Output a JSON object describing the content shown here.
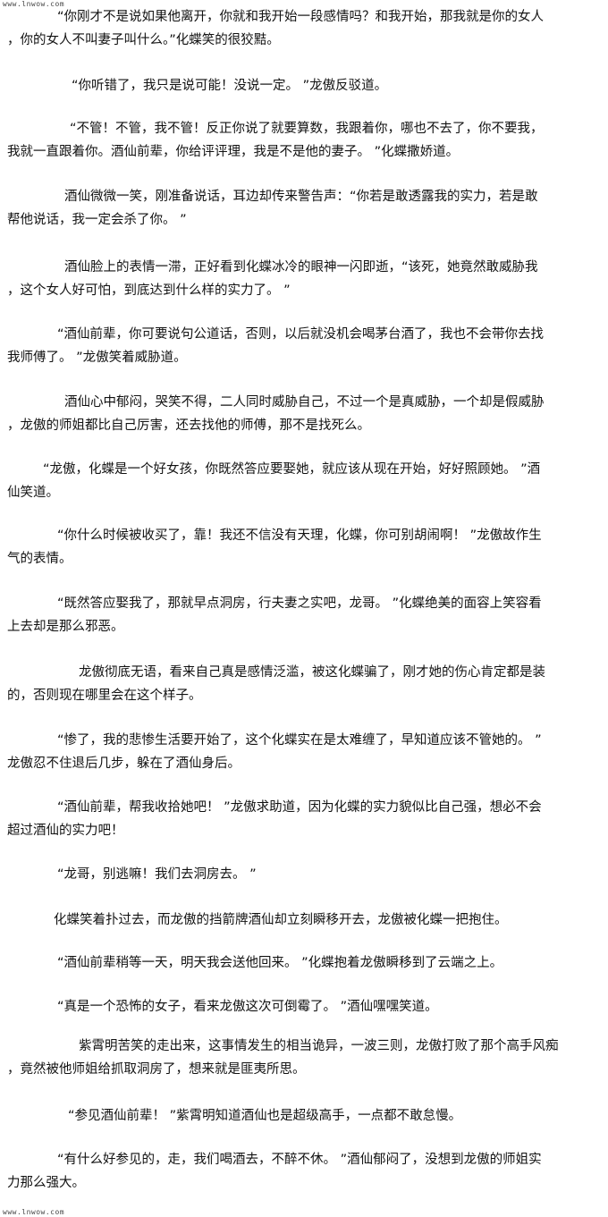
{
  "watermark": {
    "top": "www.lnwow.com",
    "bottom": "www.lnwow.com"
  },
  "paragraphs": [
    {
      "lines": [
        "“你刚才不是说如果他离开，你就和我开始一段感情吗？和我开始，那我就是你的女人",
        "，你的女人不叫妻子叫什么。”化蝶笑的很狡黠。"
      ]
    },
    {
      "lines": [
        "“你听错了，我只是说可能！没说一定。 ”龙傲反驳道。"
      ]
    },
    {
      "lines": [
        "“不管！不管，我不管！反正你说了就要算数，我跟着你，哪也不去了，你不要我，",
        "我就一直跟着你。酒仙前辈，你给评评理，我是不是他的妻子。 ”化蝶撒娇道。"
      ]
    },
    {
      "lines": [
        "酒仙微微一笑，刚准备说话，耳边却传来警告声：“你若是敢透露我的实力，若是敢",
        "帮他说话，我一定会杀了你。 ”"
      ]
    },
    {
      "lines": [
        "酒仙脸上的表情一滞，正好看到化蝶冰冷的眼神一闪即逝，“该死，她竟然敢威胁我",
        "，这个女人好可怕，到底达到什么样的实力了。 ”"
      ]
    },
    {
      "lines": [
        "“酒仙前辈，你可要说句公道话，否则，以后就没机会喝茅台酒了，我也不会带你去找",
        "我师傅了。 ”龙傲笑着威胁道。"
      ]
    },
    {
      "lines": [
        "酒仙心中郁闷，哭笑不得，二人同时威胁自己，不过一个是真威胁，一个却是假威胁",
        "，龙傲的师姐都比自己厉害，还去找他的师傅，那不是找死么。"
      ]
    },
    {
      "lines": [
        "“龙傲，化蝶是一个好女孩，你既然答应要娶她，就应该从现在开始，好好照顾她。 ”酒",
        "仙笑道。"
      ]
    },
    {
      "lines": [
        "“你什么时候被收买了，靠！我还不信没有天理，化蝶，你可别胡闹啊！ ”龙傲故作生",
        "气的表情。"
      ]
    },
    {
      "lines": [
        "“既然答应娶我了，那就早点洞房，行夫妻之实吧，龙哥。 ”化蝶绝美的面容上笑容看",
        "上去却是那么邪恶。"
      ]
    },
    {
      "lines": [
        "龙傲彻底无语，看来自己真是感情泛滥，被这化蝶骗了，刚才她的伤心肯定都是装",
        "的，否则现在哪里会在这个样子。"
      ]
    },
    {
      "lines": [
        "“惨了，我的悲惨生活要开始了，这个化蝶实在是太难缠了，早知道应该不管她的。 ”",
        "龙傲忍不住退后几步，躲在了酒仙身后。"
      ]
    },
    {
      "lines": [
        "“酒仙前辈，帮我收拾她吧！ ”龙傲求助道，因为化蝶的实力貌似比自己强，想必不会",
        "超过酒仙的实力吧！"
      ]
    },
    {
      "lines": [
        "“龙哥，别逃嘛！我们去洞房去。 ”"
      ]
    },
    {
      "lines": [
        "化蝶笑着扑过去，而龙傲的挡箭牌酒仙却立刻瞬移开去，龙傲被化蝶一把抱住。"
      ]
    },
    {
      "lines": [
        "“酒仙前辈稍等一天，明天我会送他回来。 ”化蝶抱着龙傲瞬移到了云端之上。"
      ]
    },
    {
      "lines": [
        "“真是一个恐怖的女子，看来龙傲这次可倒霉了。 ”酒仙嘿嘿笑道。"
      ]
    },
    {
      "lines": [
        "紫霄明苦笑的走出来，这事情发生的相当诡异，一波三则，龙傲打败了那个高手风痴",
        "，竟然被他师姐给抓取洞房了，想来就是匪夷所思。"
      ]
    },
    {
      "lines": [
        "“参见酒仙前辈！ ”紫霄明知道酒仙也是超级高手，一点都不敢怠慢。"
      ]
    },
    {
      "lines": [
        "“有什么好参见的，走，我们喝酒去，不醉不休。 ”酒仙郁闷了，没想到龙傲的师姐实",
        "力那么强大。"
      ]
    }
  ]
}
